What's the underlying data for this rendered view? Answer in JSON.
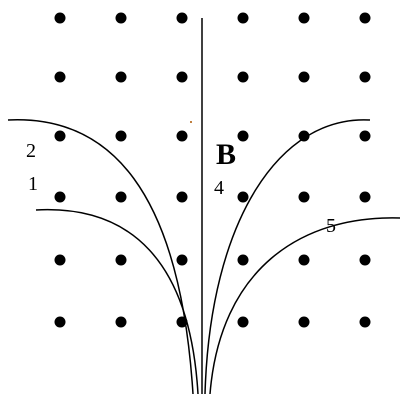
{
  "field": {
    "label": "B"
  },
  "tracks": [
    {
      "label": "1"
    },
    {
      "label": "2"
    },
    {
      "label": "4"
    },
    {
      "label": "5"
    }
  ],
  "colors": {
    "ink": "#000000",
    "background": "#ffffff"
  }
}
